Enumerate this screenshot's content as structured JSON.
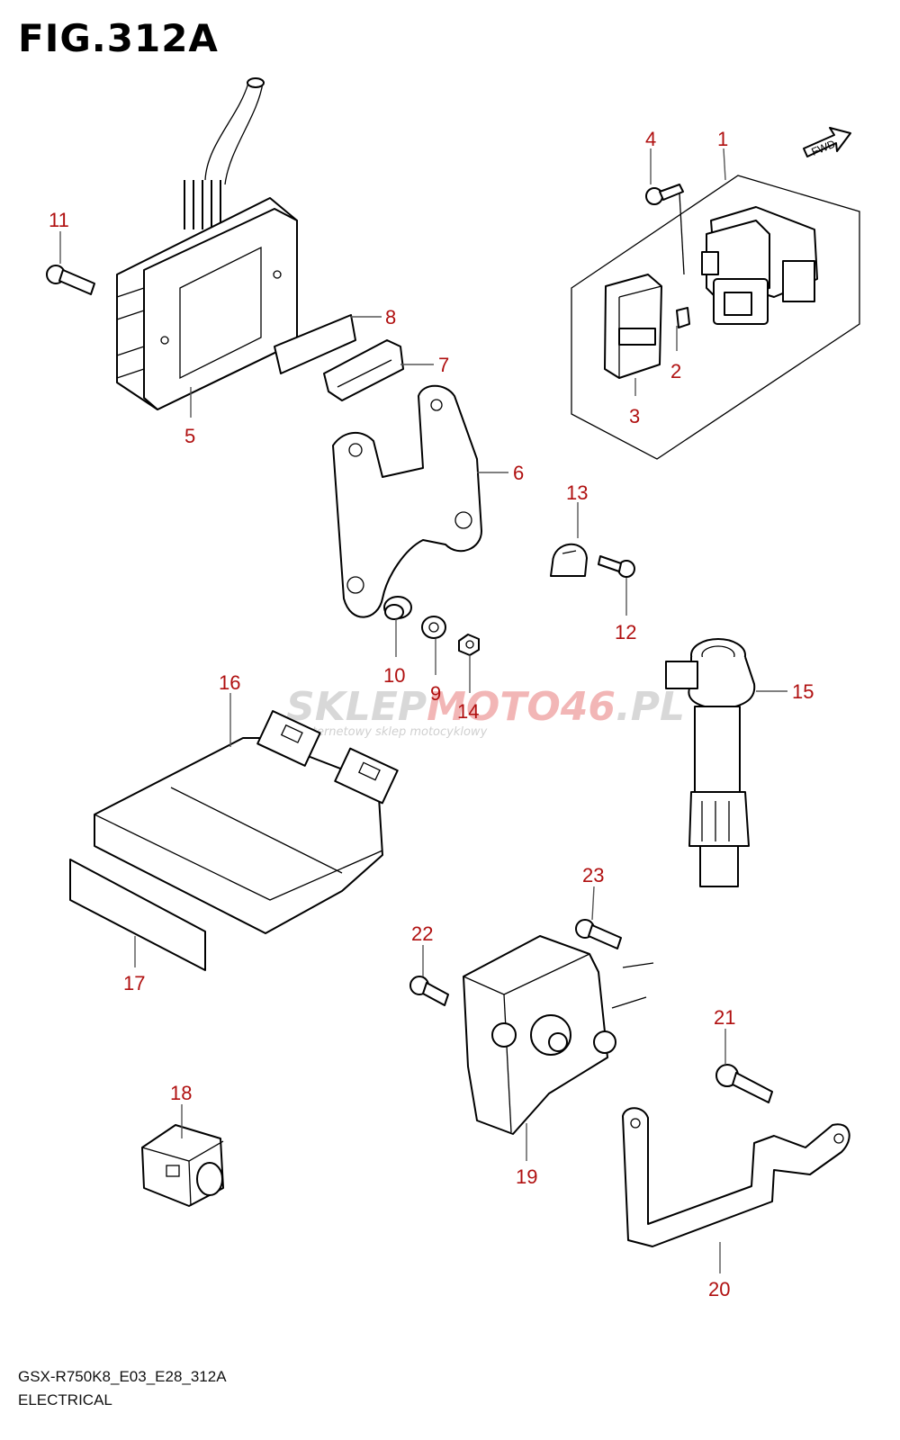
{
  "figure": {
    "title": "FIG.312A",
    "model_code": "GSX-R750K8_E03_E28_312A",
    "section_name": "ELECTRICAL",
    "direction_marker": "FWD"
  },
  "watermark": {
    "brand_left": "SKLEP",
    "brand_mid": "MOTO",
    "brand_num": "46",
    "brand_right": ".PL",
    "tagline": "internetowy sklep motocyklowy"
  },
  "callouts": {
    "c1": "1",
    "c2": "2",
    "c3": "3",
    "c4": "4",
    "c5": "5",
    "c6": "6",
    "c7": "7",
    "c8": "8",
    "c9": "9",
    "c10": "10",
    "c11": "11",
    "c12": "12",
    "c13": "13",
    "c14": "14",
    "c15": "15",
    "c16": "16",
    "c17": "17",
    "c18": "18",
    "c19": "19",
    "c20": "20",
    "c21": "21",
    "c22": "22",
    "c23": "23"
  },
  "colors": {
    "callout": "#b01010",
    "line": "#000000",
    "watermark_accent": "#e05050"
  }
}
